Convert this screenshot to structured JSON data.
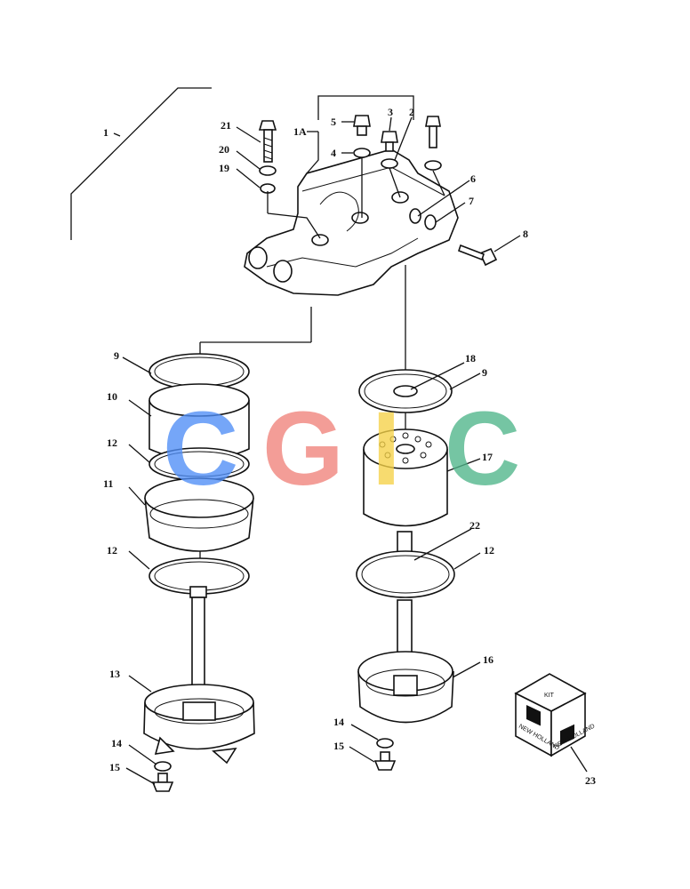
{
  "diagram": {
    "callouts": {
      "c1": "1",
      "c1a": "1A",
      "c2": "2",
      "c3": "3",
      "c4": "4",
      "c5": "5",
      "c6": "6",
      "c7": "7",
      "c8": "8",
      "c9a": "9",
      "c9b": "9",
      "c10": "10",
      "c11": "11",
      "c12a": "12",
      "c12b": "12",
      "c12c": "12",
      "c13": "13",
      "c14a": "14",
      "c14b": "14",
      "c15a": "15",
      "c15b": "15",
      "c16": "16",
      "c17": "17",
      "c18": "18",
      "c19": "19",
      "c20": "20",
      "c21": "21",
      "c22": "22",
      "c23": "23"
    },
    "kit_box": {
      "top_label": "KIT",
      "side_label_left": "NEW HOLLAND",
      "side_label_right": "NEW HOLLAND"
    }
  },
  "watermark": {
    "letters": [
      "C",
      "G",
      "I",
      "C"
    ],
    "colors": [
      "#4f8ef7",
      "#f0827a",
      "#f5d247",
      "#4fb58a"
    ]
  }
}
